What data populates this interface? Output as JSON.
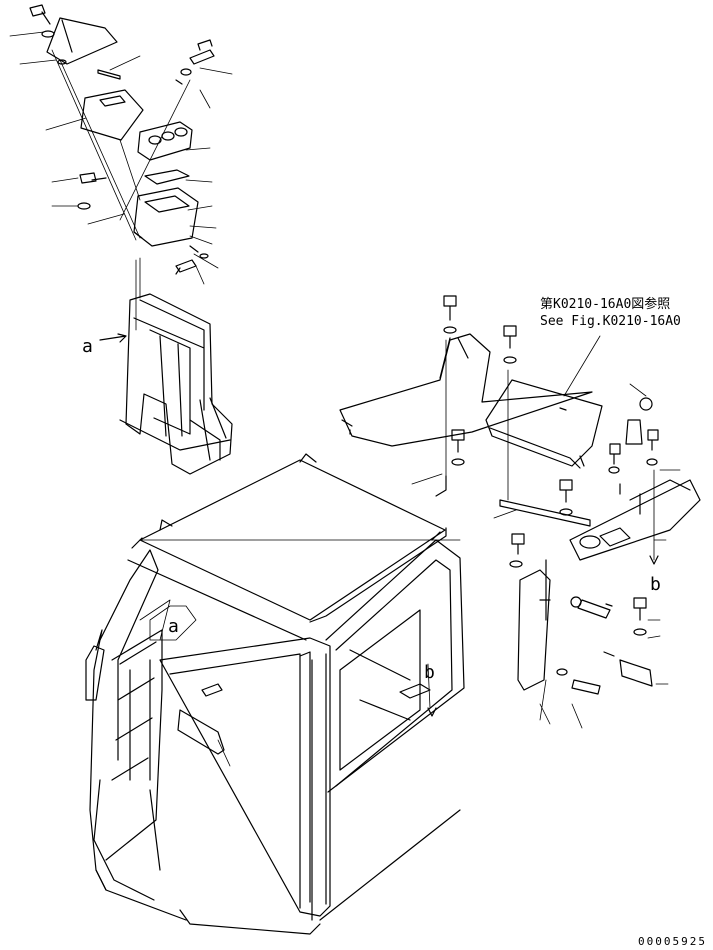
{
  "callouts": {
    "a_left": "a",
    "a_cab": "a",
    "b_right": "b",
    "b_cab": "b"
  },
  "reference": {
    "jp": "第K0210-16A0図参照",
    "en": "See Fig.K0210-16A0"
  },
  "drawing_code": "00005925",
  "colors": {
    "line": "#000000",
    "background": "#ffffff"
  }
}
